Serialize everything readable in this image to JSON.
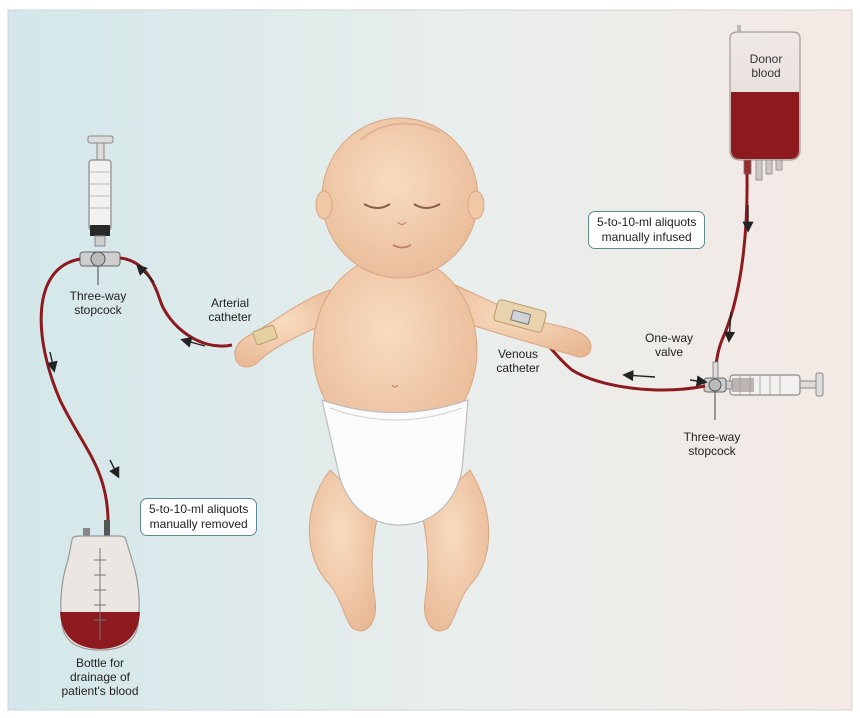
{
  "labels": {
    "donor_blood": "Donor\nblood",
    "infused": "5-to-10-ml aliquots\nmanually infused",
    "removed": "5-to-10-ml aliquots\nmanually removed",
    "three_way_left": "Three-way\nstopcock",
    "three_way_right": "Three-way\nstopcock",
    "arterial": "Arterial\ncatheter",
    "venous": "Venous\ncatheter",
    "one_way": "One-way\nvalve",
    "bottle": "Bottle for\ndrainage of\npatient's blood"
  },
  "colors": {
    "background_left": "#d3e7ea",
    "background_right": "#f4e9e4",
    "blood": "#8c1a1e",
    "tube": "#9a2a2c",
    "skin": "#f1cfae",
    "callout_border": "#5e8a92"
  }
}
